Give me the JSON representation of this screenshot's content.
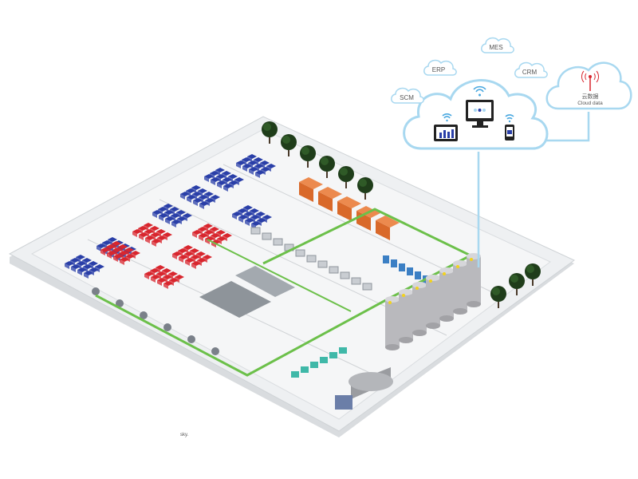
{
  "clouds": {
    "scm": "SCM",
    "erp": "ERP",
    "mes": "MES",
    "crm": "CRM",
    "cloud_data_cn": "云数据",
    "cloud_data_en": "Cloud data"
  },
  "footer_text": "sky.",
  "colors": {
    "cloud_stroke": "#a8d8f0",
    "floor": "#eef0f2",
    "green_pipe": "#6cc04a",
    "blue_boxes": "#2a3fa8",
    "red_boxes": "#d8262e",
    "orange_units": "#d9692a",
    "silo": "#b9b9bd",
    "tree": "#1f3d1a"
  }
}
